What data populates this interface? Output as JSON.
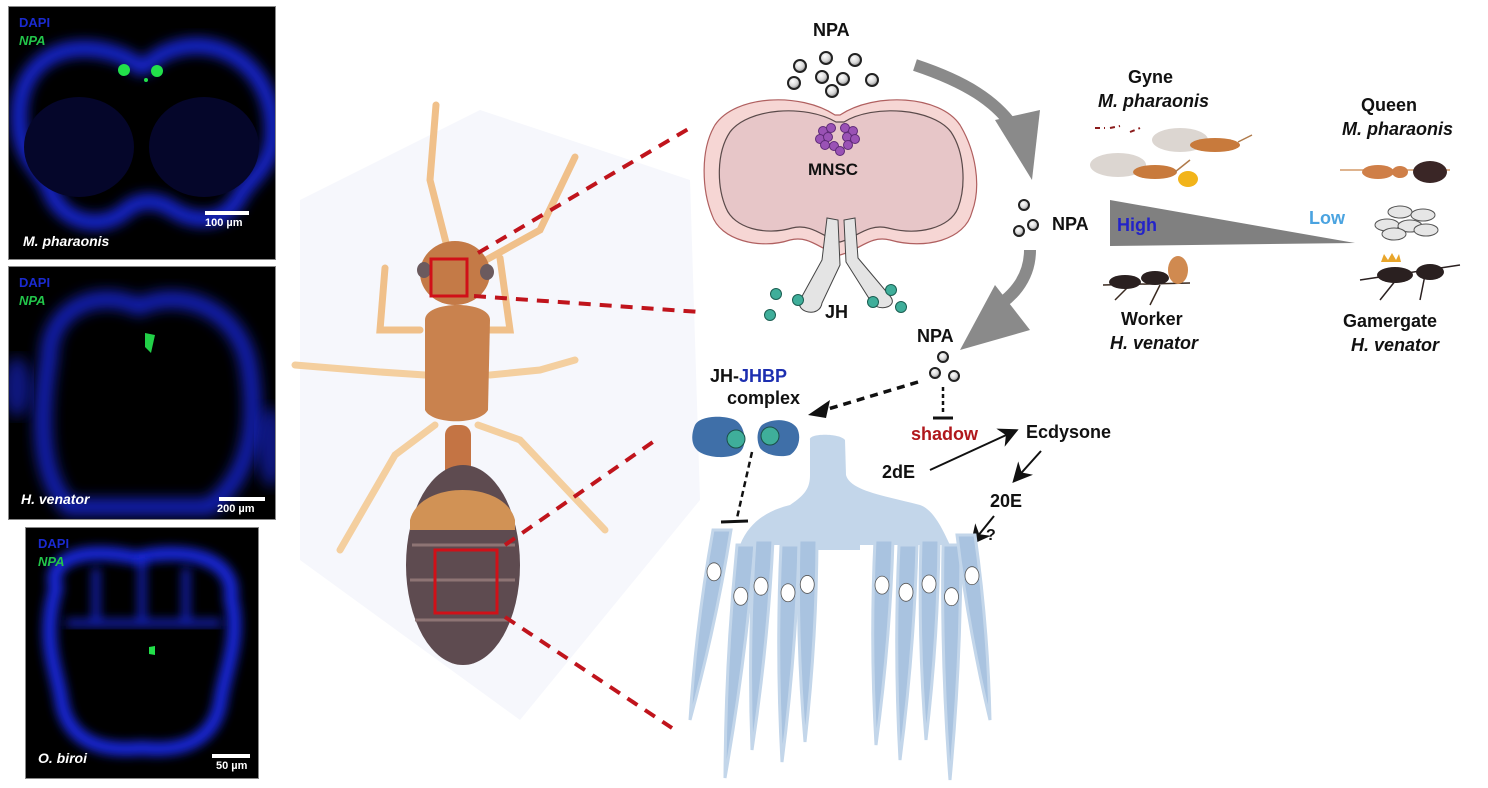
{
  "panels": [
    {
      "channel1": "DAPI",
      "channel2": "NPA",
      "species": "M. pharaonis",
      "scale": "100 µm"
    },
    {
      "channel1": "DAPI",
      "channel2": "NPA",
      "species": "H. venator",
      "scale": "200 µm"
    },
    {
      "channel1": "DAPI",
      "channel2": "NPA",
      "species": "O. biroi",
      "scale": "50 µm"
    }
  ],
  "brain": {
    "npa_top": "NPA",
    "mnsc": "MNSC",
    "jh": "JH"
  },
  "pathway": {
    "npa_mid": "NPA",
    "npa_low": "NPA",
    "complex_prefix": "JH-",
    "complex_jhbp": "JHBP",
    "complex_suffix": "complex",
    "shadow": "shadow",
    "ecdysone": "Ecdysone",
    "two_de": "2dE",
    "twenty_e": "20E",
    "question": "?"
  },
  "gradient": {
    "high": "High",
    "low": "Low"
  },
  "castes": {
    "gyne_title": "Gyne",
    "gyne_species": "M. pharaonis",
    "queen_title": "Queen",
    "queen_species": "M. pharaonis",
    "worker_title": "Worker",
    "worker_species": "H. venator",
    "gamergate_title": "Gamergate",
    "gamergate_species": "H. venator"
  },
  "colors": {
    "dapi": "#1a2ad0",
    "npa_signal": "#22c44a",
    "zoom_line": "#c0141c",
    "high": "#2323c8",
    "low": "#4aa3e0",
    "shadow": "#b0181c",
    "jhbp": "#1d2fb0",
    "arrow_gray": "#8a8a8a",
    "ovary": "#c3d6ea",
    "jhbp_protein": "#3f6fa8",
    "jh_molecule": "#3fae9a",
    "brain_fill": "#e8c9cb"
  }
}
